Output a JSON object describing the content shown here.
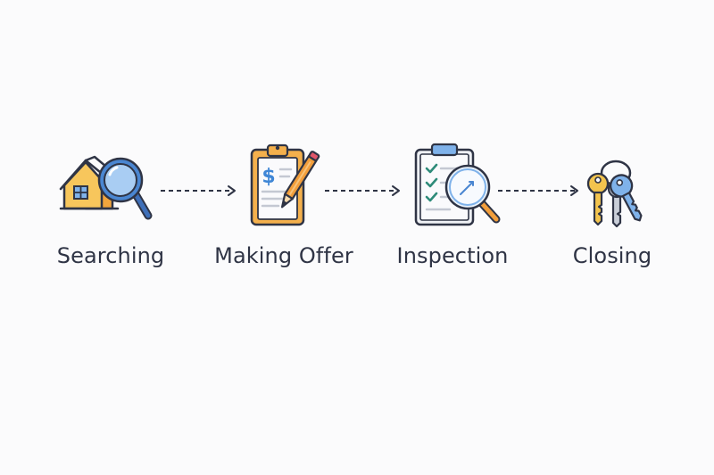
{
  "colors": {
    "outline": "#2f3445",
    "house_yellow": "#f7c65c",
    "house_orange": "#f2a53d",
    "blue": "#7fb2ea",
    "blue_dark": "#4a86d1",
    "lens": "#a9cdf3",
    "clipboard_orange": "#f4b04c",
    "paper": "#fafafc",
    "dollar": "#3f86d6",
    "pencil": "#f29e3b",
    "check_green": "#2e8b79",
    "key_yellow": "#f3c44e",
    "key_gray": "#c9ced8",
    "key_blue": "#7fb2ea"
  },
  "steps": [
    {
      "label": "Searching",
      "icon": "house-magnifier-icon"
    },
    {
      "label": "Making Offer",
      "icon": "clipboard-dollar-pencil-icon"
    },
    {
      "label": "Inspection",
      "icon": "checklist-magnifier-icon"
    },
    {
      "label": "Closing",
      "icon": "keys-icon"
    }
  ]
}
